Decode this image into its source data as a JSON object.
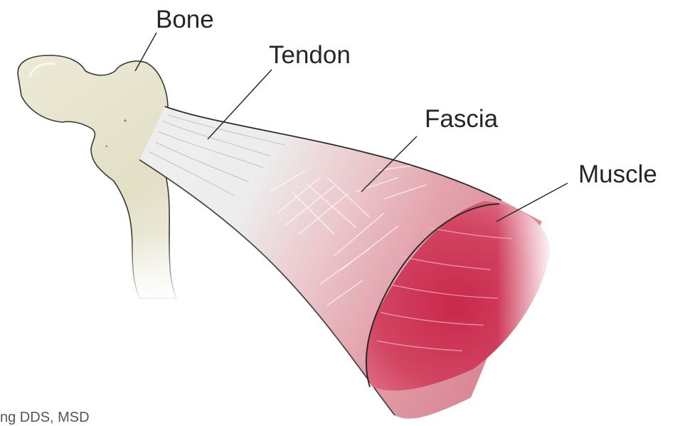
{
  "labels": {
    "bone": "Bone",
    "tendon": "Tendon",
    "fascia": "Fascia",
    "muscle": "Muscle"
  },
  "credit": "ng DDS, MSD",
  "colors": {
    "bone": "#e6e3cc",
    "tendon": "#eeeeee",
    "fascia": "#e8b0b6",
    "muscle": "#d14a63",
    "outline": "#2b2b2b"
  }
}
